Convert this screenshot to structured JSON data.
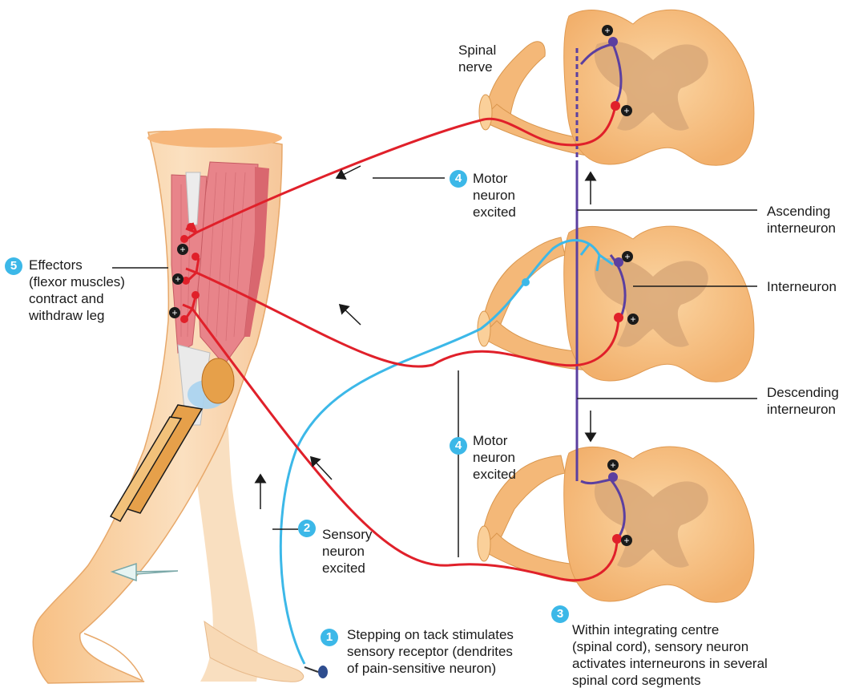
{
  "labels": {
    "spinal_nerve": "Spinal\nnerve",
    "motor_top": "Motor\nneuron\nexcited",
    "motor_mid": "Motor\nneuron\nexcited",
    "ascending": "Ascending\ninterneuron",
    "interneuron": "Interneuron",
    "descending": "Descending\ninterneuron",
    "effectors": "Effectors\n(flexor muscles)\ncontract and\nwithdraw leg",
    "sensory": "Sensory\nneuron\nexcited",
    "stepping": "Stepping on tack stimulates\nsensory receptor (dendrites\nof pain-sensitive neuron)",
    "within": "Within integrating centre\n(spinal cord), sensory neuron\nactivates interneurons in several\nspinal cord segments"
  },
  "steps": {
    "s1": "1",
    "s2": "2",
    "s3": "3",
    "s4a": "4",
    "s4b": "4",
    "s5": "5"
  },
  "colors": {
    "sensory_neuron": "#3cb8e8",
    "motor_neuron": "#e0202a",
    "interneuron": "#5b3fa0",
    "cord_white_matter": "#f7c48c",
    "cord_grey_matter": "#d9a878",
    "muscle": "#e8848a",
    "skin": "#f9d2a6",
    "badge": "#3cb8e8"
  },
  "icons": {
    "excitatory_synapse": "plus-circle-icon",
    "direction": "arrow-icon"
  }
}
